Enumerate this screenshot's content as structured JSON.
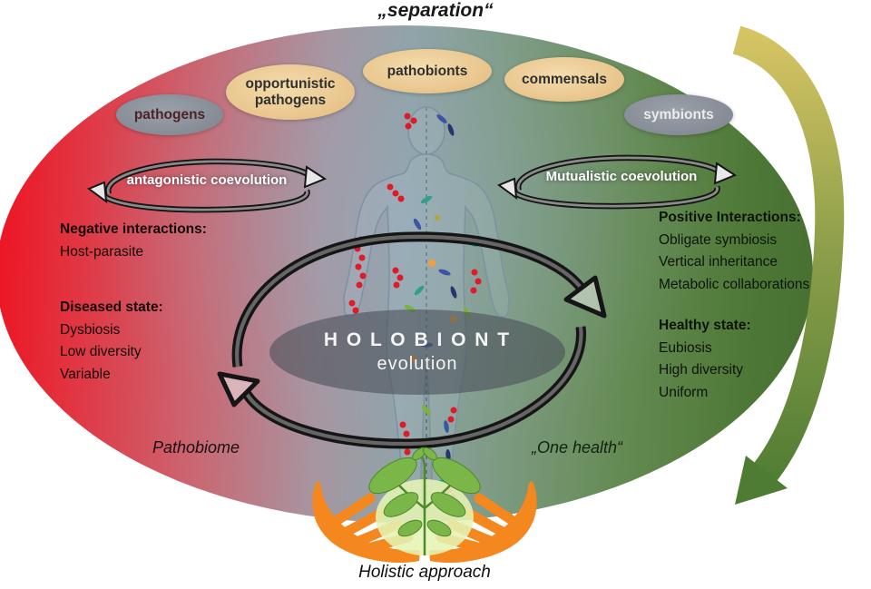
{
  "top_label": "„separation“",
  "bubbles": {
    "pathogens": "pathogens",
    "opportunistic": "opportunistic pathogens",
    "pathobionts": "pathobionts",
    "commensals": "commensals",
    "symbionts": "symbionts"
  },
  "coevolution": {
    "left": "antagonistic coevolution",
    "right": "Mutualistic coevolution"
  },
  "left_panel": {
    "negative_title": "Negative interactions:",
    "negative_items": [
      "Host-parasite"
    ],
    "diseased_title": "Diseased state:",
    "diseased_items": [
      "Dysbiosis",
      "Low diversity",
      "Variable"
    ]
  },
  "right_panel": {
    "positive_title": "Positive Interactions:",
    "positive_items": [
      "Obligate symbiosis",
      "Vertical inheritance",
      "Metabolic collaborations"
    ],
    "healthy_title": "Healthy state:",
    "healthy_items": [
      "Eubiosis",
      "High diversity",
      "Uniform"
    ]
  },
  "center": {
    "line1": "H O L O B I O N T",
    "line2": "evolution"
  },
  "bottom_labels": {
    "pathobiome": "Pathobiome",
    "one_health": "„One health“",
    "holistic": "Holistic approach"
  },
  "colors": {
    "diseased_red": "#ee1220",
    "healthy_green": "#477031",
    "neutral_gray": "#90a3a8",
    "tan_bubble": "#e8c489",
    "gray_bubble": "#8a9099",
    "hand_orange": "#f5871f",
    "leaf_green": "#7ab648",
    "arrow_black": "#151515"
  },
  "icons": {
    "left_coevolution_arrow": "elliptical-cycle-arrow",
    "right_coevolution_arrow": "elliptical-cycle-arrow",
    "central_cycle_arrows": "two-curved-arrows-cycle",
    "flow_arrow": "curved-gradient-arrow",
    "human_figure": "human-outline-with-microbes",
    "hands_plant": "hands-holding-seedling"
  }
}
